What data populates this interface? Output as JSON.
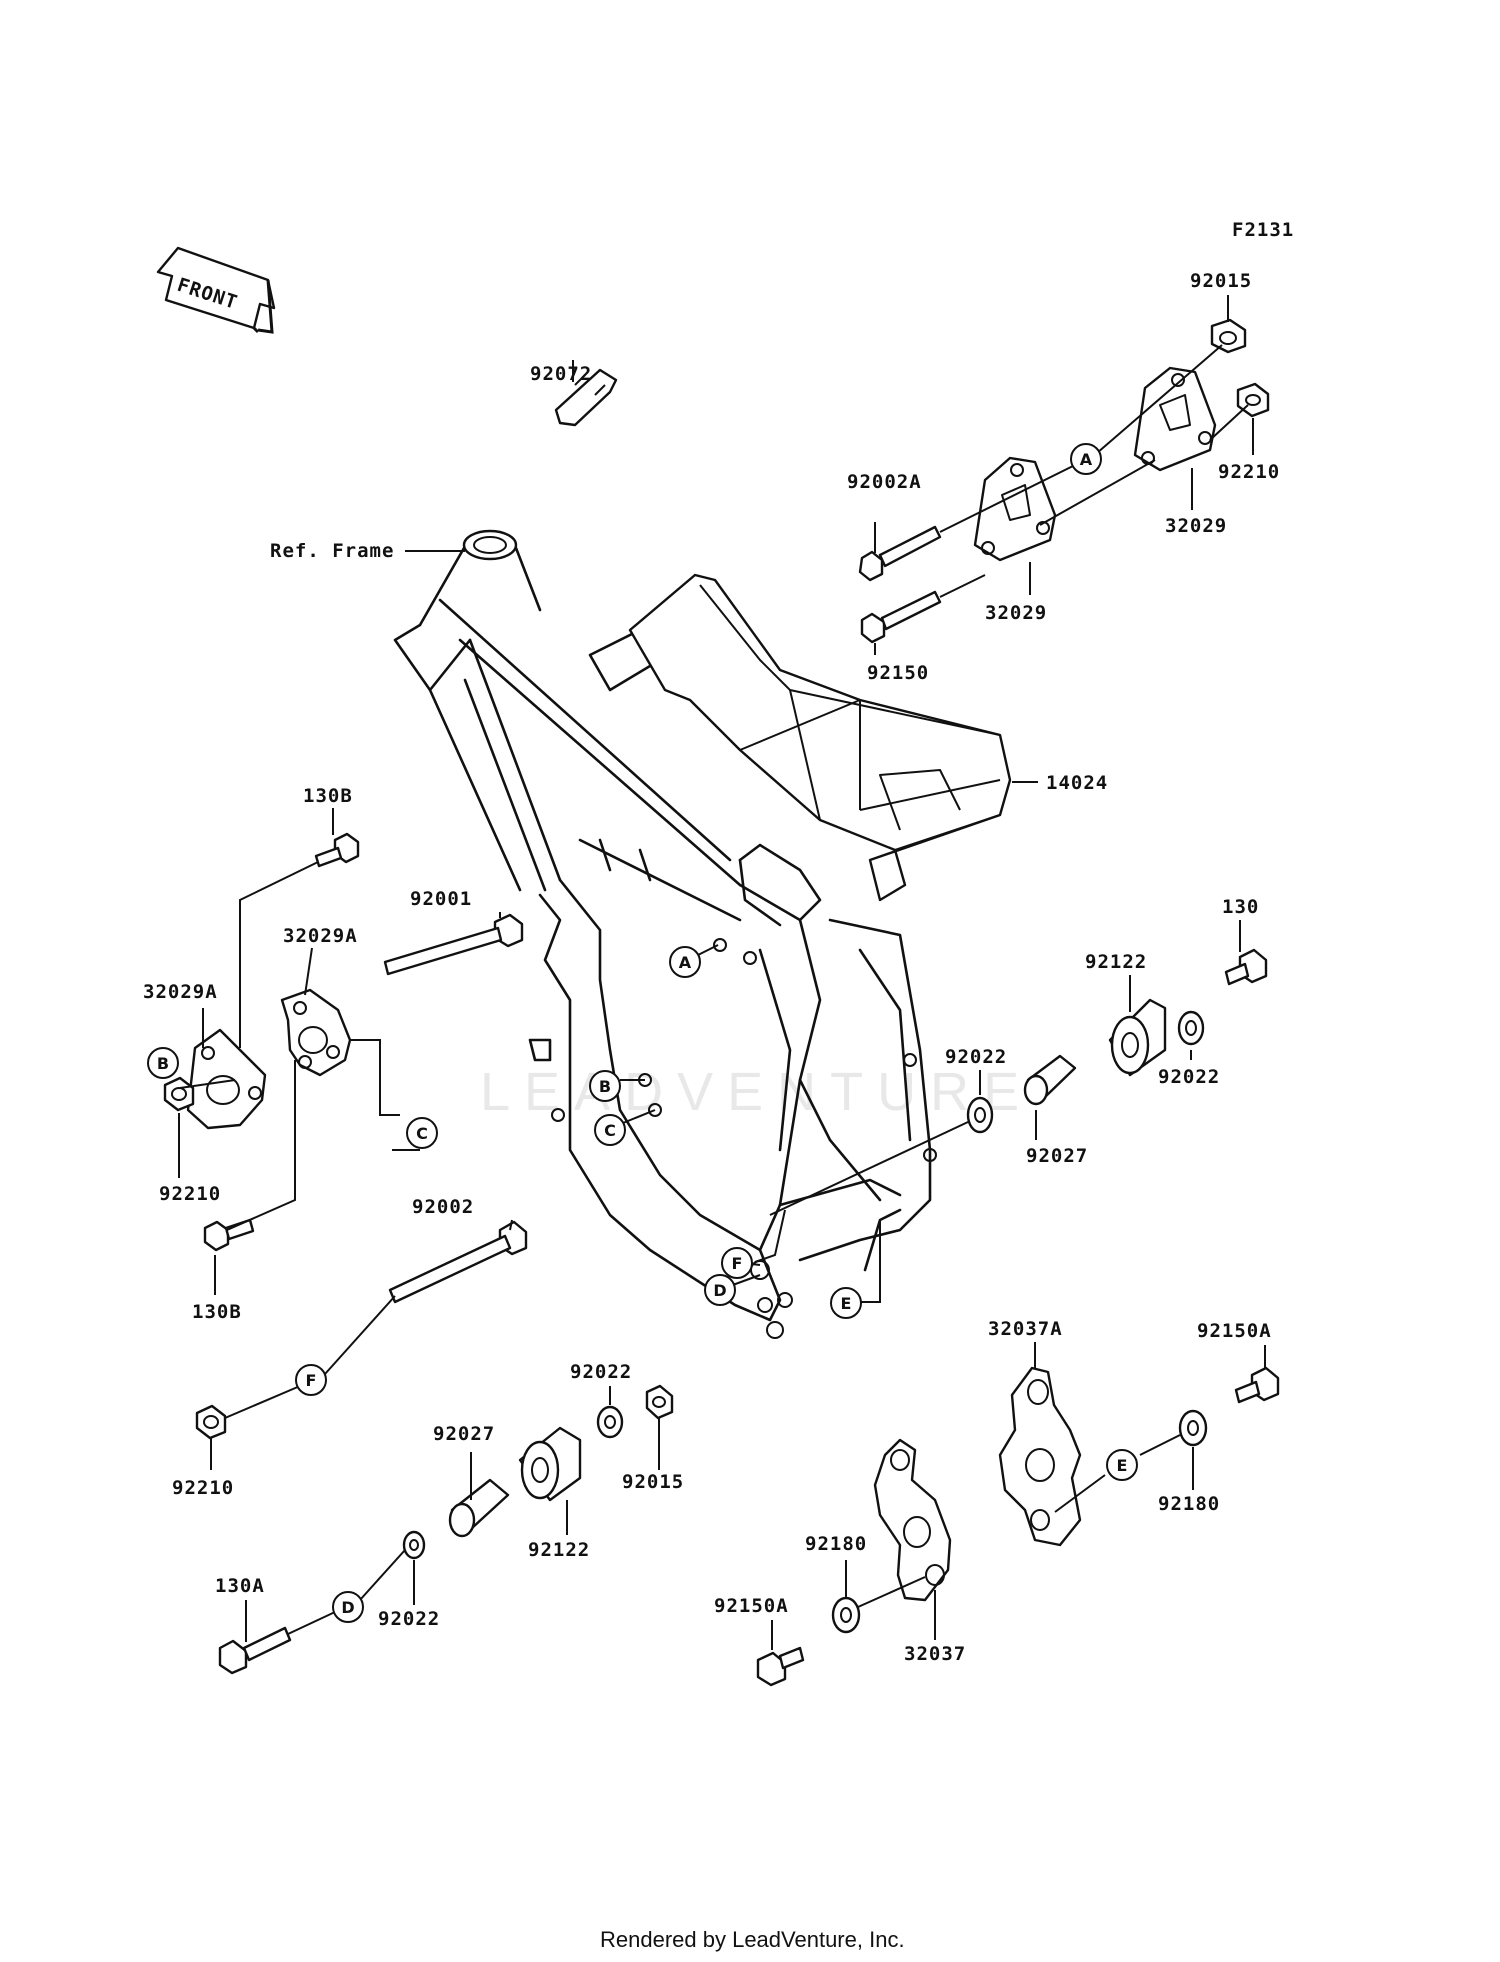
{
  "figure_code": "F2131",
  "front_label": "FRONT",
  "watermark": "LEADVENTURE",
  "credit": "Rendered by LeadVenture, Inc.",
  "parts": {
    "p92015_top": "92015",
    "p92072": "92072",
    "p92002A": "92002A",
    "p92210_top": "92210",
    "p32029_right": "32029",
    "p32029_left": "32029",
    "p92150": "92150",
    "ref_frame": "Ref. Frame",
    "p14024": "14024",
    "p130B_top": "130B",
    "p92001": "92001",
    "p32029A_a": "32029A",
    "p32029A_b": "32029A",
    "p130": "130",
    "p92122_right": "92122",
    "p92022_right": "92022",
    "p92022_mid": "92022",
    "p92027_right": "92027",
    "p92210_left": "92210",
    "p130B_bottom": "130B",
    "p92002": "92002",
    "p32037A": "32037A",
    "p92150A_right": "92150A",
    "p92022_lower": "92022",
    "p92015_lower": "92015",
    "p92027_lower": "92027",
    "p92122_lower": "92122",
    "p92210_bottom": "92210",
    "p92180_right": "92180",
    "p92180_lower": "92180",
    "p130A": "130A",
    "p92022_bottom": "92022",
    "p92150A_lower": "92150A",
    "p32037": "32037"
  },
  "callouts": {
    "A1": "A",
    "A2": "A",
    "B1": "B",
    "B2": "B",
    "C1": "C",
    "C2": "C",
    "D1": "D",
    "D2": "D",
    "E1": "E",
    "E2": "E",
    "F1": "F",
    "F2": "F"
  }
}
